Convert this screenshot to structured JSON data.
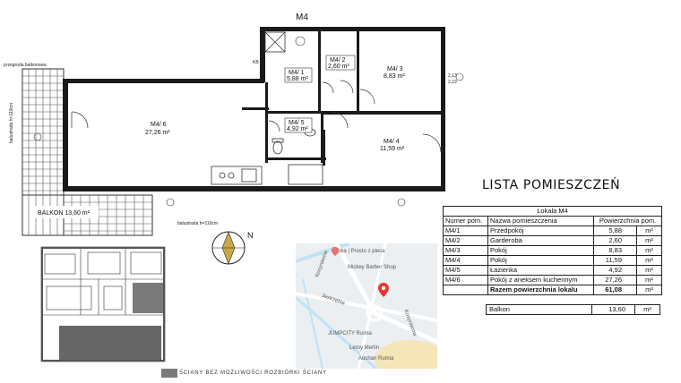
{
  "title": "LISTA POMIESZCZEŃ",
  "plan": {
    "unit": "M4",
    "rooms": [
      {
        "code": "M4/ 1",
        "area": "5,88 m²"
      },
      {
        "code": "M4/ 2",
        "area": "2,60 m²"
      },
      {
        "code": "M4/ 3",
        "area": "8,83 m²"
      },
      {
        "code": "M4/ 4",
        "area": "11,59 m²"
      },
      {
        "code": "M4/ 5",
        "area": "4,92 m²"
      },
      {
        "code": "M4/ 6",
        "area": "27,26 m²"
      }
    ],
    "balcony": "BALKON 13,60 m²",
    "balustrade_top": "przegroda balkonowa",
    "balustrade_side": "balustrada h=110cm",
    "balustrade_bottom": "balustrada h=110cm",
    "kb": "KB",
    "side_dims": [
      "2,13",
      "2,19"
    ]
  },
  "table": {
    "caption": "Lokala M4",
    "headers": [
      "Numer pom.",
      "Nazwa pomieszczenia",
      "Powierzchnia pom."
    ],
    "rows": [
      {
        "num": "M4/1",
        "name": "Przedpokój",
        "area": "5,88",
        "unit": "m²"
      },
      {
        "num": "M4/2",
        "name": "Garderoba",
        "area": "2,60",
        "unit": "m²"
      },
      {
        "num": "M4/3",
        "name": "Pokój",
        "area": "8,83",
        "unit": "m²"
      },
      {
        "num": "M4/4",
        "name": "Pokój",
        "area": "11,59",
        "unit": "m²"
      },
      {
        "num": "M4/5",
        "name": "Łazienka",
        "area": "4,92",
        "unit": "m²"
      },
      {
        "num": "M4/6",
        "name": "Pokój z aneksem kuchennym",
        "area": "27,26",
        "unit": "m²"
      }
    ],
    "total_label": "Razem powierzchnia lokalu",
    "total_area": "61,08",
    "total_unit": "m²"
  },
  "balkon_row": {
    "label": "Balkon",
    "area": "13,60",
    "unit": "m²"
  },
  "map": {
    "labels": [
      "Żabka | Prosto z pieca",
      "Mickey Barber Shop",
      "JUMPCITY Rumia",
      "Leroy Merlin",
      "Auchan Rumia",
      "Kosynierów",
      "Kosynierów",
      "Jastrzębia"
    ]
  },
  "legend": "ŚCIANY BEZ MOŻLIWOŚCI ROZBIÓRKI ŚCIANY",
  "compass": "N",
  "colors": {
    "wall": "#1a1a1a",
    "pin": "#e53935",
    "map_road": "#ffffff",
    "map_bg": "#e9ecef",
    "water": "#bfe3f5",
    "legend_swatch": "#7a7a7a"
  }
}
